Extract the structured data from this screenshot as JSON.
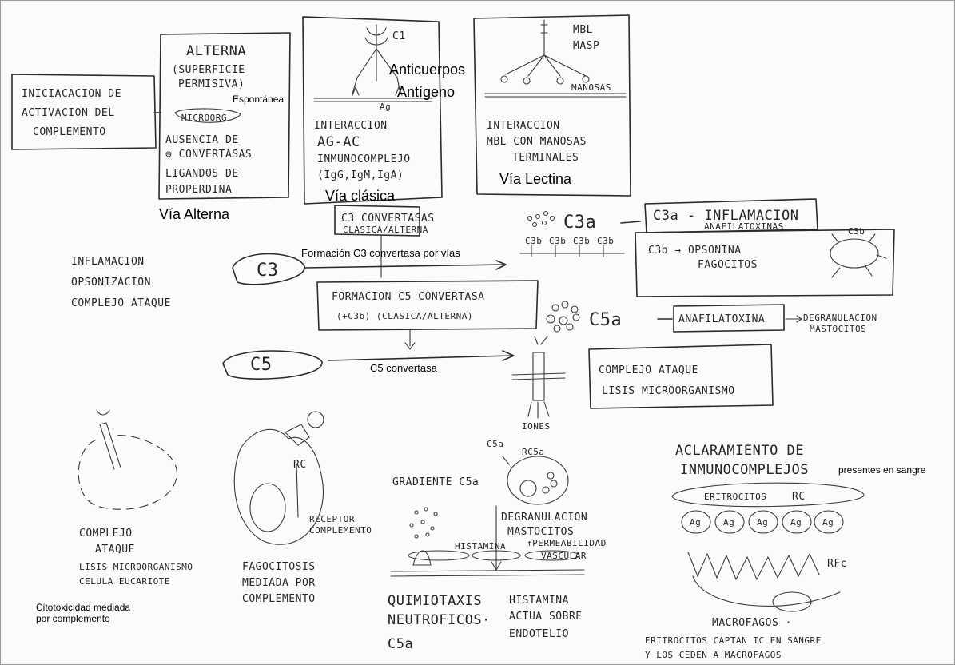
{
  "typed_labels": {
    "espontanea": "Espontánea",
    "anticuerpos": "Anticuerpos",
    "antigeno": "Antígeno",
    "via_clasica": "Vía clásica",
    "via_alterna": "Vía Alterna",
    "via_lectina": "Vía Lectina",
    "formacion_c3": "Formación C3 convertasa por vías",
    "c5_convertasa": "C5 convertasa",
    "presentes_sangre": "presentes en sangre",
    "citotoxicidad_1": "Citotoxicidad mediada",
    "citotoxicidad_2": "por complemento"
  },
  "handwritten": {
    "iniciacion": [
      "INICIACACION DE",
      "ACTIVACION DEL",
      "COMPLEMENTO"
    ],
    "alterna": [
      "ALTERNA",
      "(SUPERFICIE",
      "PERMISIVA)",
      "MICROORG",
      "AUSENCIA DE",
      "⊖ CONVERTASAS",
      "LIGANDOS DE",
      "PROPERDINA"
    ],
    "c1": "C1",
    "ag": "Ag",
    "clasica": [
      "INTERACCION",
      "AG-AC",
      "INMUNOCOMPLEJO",
      "(IgG,IgM,IgA)"
    ],
    "mbl": [
      "MBL",
      "MASP"
    ],
    "manosa": "MANOSAS",
    "lectina": [
      "INTERACCION",
      "MBL CON MANOSAS",
      "TERMINALES"
    ],
    "c3_convertasas": [
      "C3 CONVERTASAS",
      "CLASICA/ALTERNA"
    ],
    "c3a": "C3a",
    "c3b_row": [
      "C3b",
      "C3b",
      "C3b",
      "C3b"
    ],
    "c3a_box": [
      "C3a - INFLAMACION",
      "ANAFILATOXINAS"
    ],
    "c3b_box": [
      "C3b → OPSONINA",
      "FAGOCITOS"
    ],
    "c3b_small": "C3b",
    "inflamacion": [
      "INFLAMACION",
      "OPSONIZACION",
      "COMPLEJO ATAQUE"
    ],
    "c3": "C3",
    "c5_formacion": [
      "FORMACION C5 CONVERTASA",
      "(+C3b)  (CLASICA/ALTERNA)"
    ],
    "c5a": "C5a",
    "anafilatoxina": "ANAFILATOXINA",
    "degranulacion_mast": [
      "DEGRANULACION",
      "MASTOCITOS"
    ],
    "c5": "C5",
    "complejo_ataque": [
      "COMPLEJO ATAQUE",
      "LISIS MICROORGANISMO"
    ],
    "iones": "IONES",
    "cito": [
      "COMPLEJO",
      "ATAQUE",
      "LISIS MICROORGANISMO",
      "CELULA EUCARIOTE"
    ],
    "rc": "RC",
    "receptor": [
      "RECEPTOR",
      "COMPLEMENTO"
    ],
    "fagocitosis": [
      "FAGOCITOSIS",
      "MEDIADA POR",
      "COMPLEMENTO"
    ],
    "c5a_small": "C5a",
    "rc5a": "RC5a",
    "gradiente": "GRADIENTE C5a",
    "degranulacion": [
      "DEGRANULACION",
      "MASTOCITOS"
    ],
    "histamina": "HISTAMINA",
    "permeabilidad": [
      "↑PERMEABILIDAD",
      "VASCULAR"
    ],
    "quimiotaxis": [
      "QUIMIOTAXIS",
      "NEUTROFICOS·",
      "C5a"
    ],
    "histamina_actua": [
      "HISTAMINA",
      "ACTUA SOBRE",
      "ENDOTELIO"
    ],
    "aclaramiento": [
      "ACLARAMIENTO DE",
      "INMUNOCOMPLEJOS"
    ],
    "eritrocitos": "ERITROCITOS",
    "ag_circles": [
      "Ag",
      "Ag",
      "Ag",
      "Ag",
      "Ag"
    ],
    "rfc": "RFc",
    "macrofagos": "MACROFAGOS ·",
    "eritro_captan": [
      "ERITROCITOS CAPTAN IC EN SANGRE",
      "Y LOS CEDEN A MACROFAGOS"
    ]
  }
}
